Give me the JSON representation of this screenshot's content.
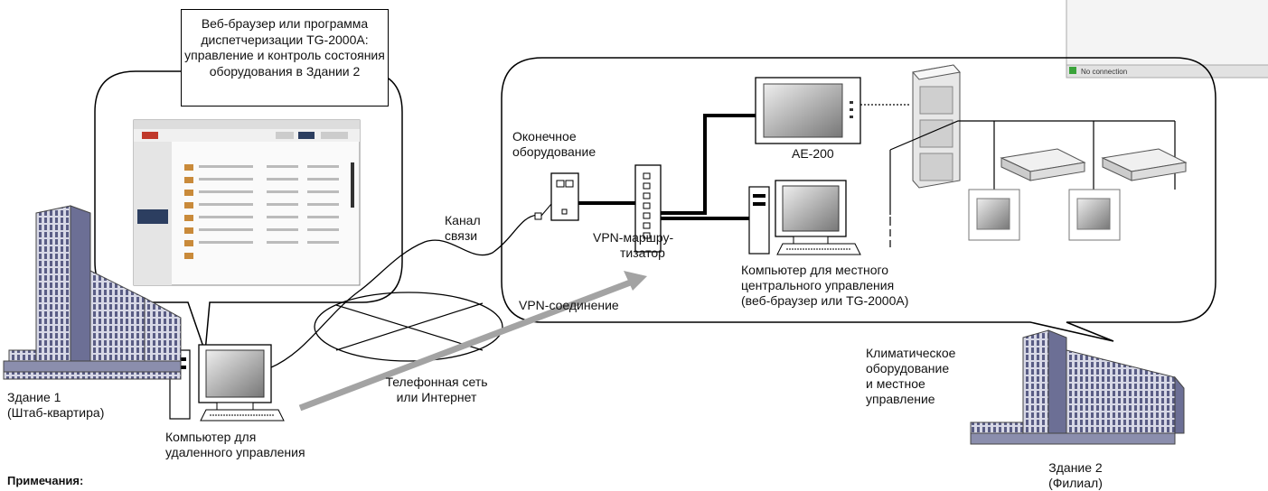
{
  "callout": {
    "lines": [
      "Веб-браузер или программа",
      "диспетчеризации TG-2000A:",
      "управление и контроль состояния",
      "оборудования в Здании 2"
    ]
  },
  "labels": {
    "terminal": [
      "Оконечное",
      "оборудование"
    ],
    "ae200": "AE-200",
    "channel": [
      "Канал",
      "связи"
    ],
    "router": [
      "VPN-маршру-",
      "тизатор"
    ],
    "local_pc": [
      "Компьютер для местного",
      "центрального управления",
      "(веб-браузер или TG-2000A)"
    ],
    "vpn": "VPN-соединение",
    "network": [
      "Телефонная сеть",
      "или Интернет"
    ],
    "building1": [
      "Здание 1",
      "(Штаб-квартира)"
    ],
    "remote_pc": [
      "Компьютер для",
      "удаленного управления"
    ],
    "climate": [
      "Климатическое",
      "оборудование",
      "и местное",
      "управление"
    ],
    "building2": [
      "Здание 2",
      "(Филиал)"
    ],
    "no_connection": "No connection"
  },
  "notes_title": "Примечания:",
  "colors": {
    "vpn_arrow": "#a3a3a3",
    "building": "#6c6f95",
    "line": "#000000"
  }
}
